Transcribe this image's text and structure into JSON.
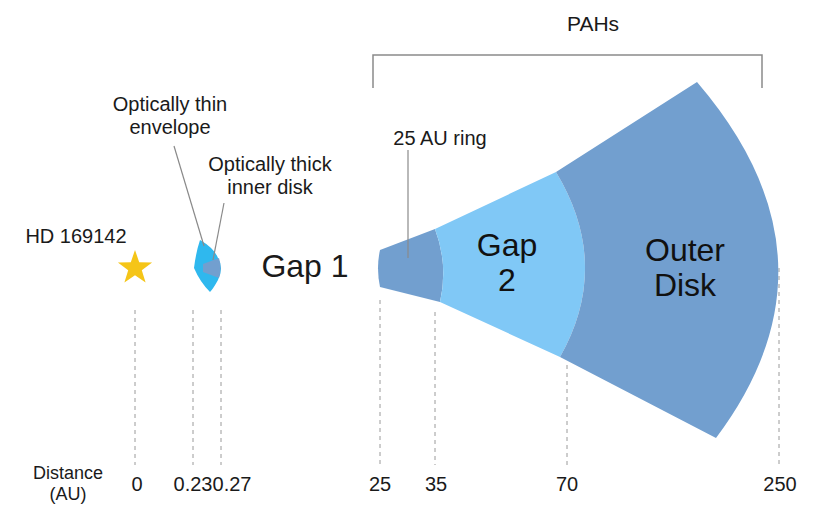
{
  "diagram": {
    "nodes": [
      {
        "text": [
          "Gap 2"
        ]
      },
      {
        "text": [
          "Outer Disk"
        ]
      }
    ],
    "labels": [
      "PAHs",
      "Optically thin envelope",
      "Optically thick inner disk",
      "25 AU ring",
      "HD 169142",
      "Gap 1",
      "Distance (AU)",
      "0",
      "0.23",
      "0.27",
      "25",
      "35",
      "70",
      "250"
    ]
  }
}
